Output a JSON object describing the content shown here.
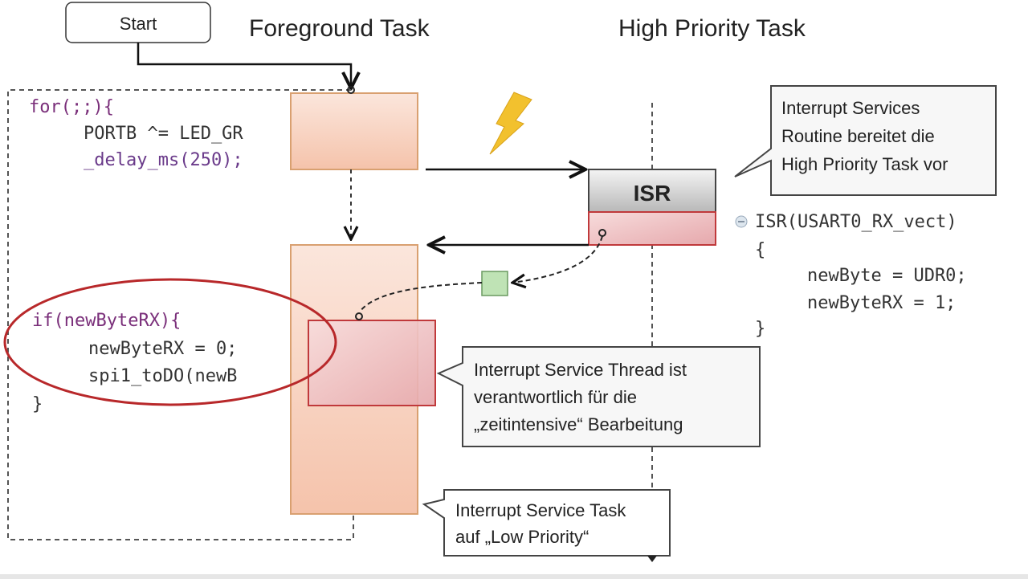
{
  "start_label": "Start",
  "headers": {
    "foreground": "Foreground Task",
    "high_priority": "High Priority Task"
  },
  "isr_box_label": "ISR",
  "main_loop_code": [
    "for(;;){",
    "PORTB ^= LED_GR",
    "_delay_ms(250);"
  ],
  "thread_code": [
    "if(newByteRX){",
    "newByteRX = 0;",
    "spi1_toDO(newB",
    "}"
  ],
  "isr_code": [
    "ISR(USART0_RX_vect)",
    "{",
    "newByte = UDR0;",
    "newByteRX = 1;",
    "}"
  ],
  "callouts": {
    "isr": [
      "Interrupt Services",
      "Routine bereitet die",
      "High Priority Task vor"
    ],
    "thread": [
      "Interrupt Service Thread ist",
      "verantwortlich für die",
      "„zeitintensive“ Bearbeitung"
    ],
    "task": [
      "Interrupt Service Task",
      "auf „Low Priority“"
    ]
  },
  "colors": {
    "task_fill": "#f6c9b4",
    "task_border": "#d9a070",
    "thread_border": "#c0393b",
    "ellipse": "#b8282a",
    "lightning": "#f2c12e",
    "flag": "#bfe3b5"
  },
  "icons": {
    "interrupt": "lightning-icon",
    "flag": "flag-square-icon",
    "collapse": "collapse-minus-icon"
  }
}
